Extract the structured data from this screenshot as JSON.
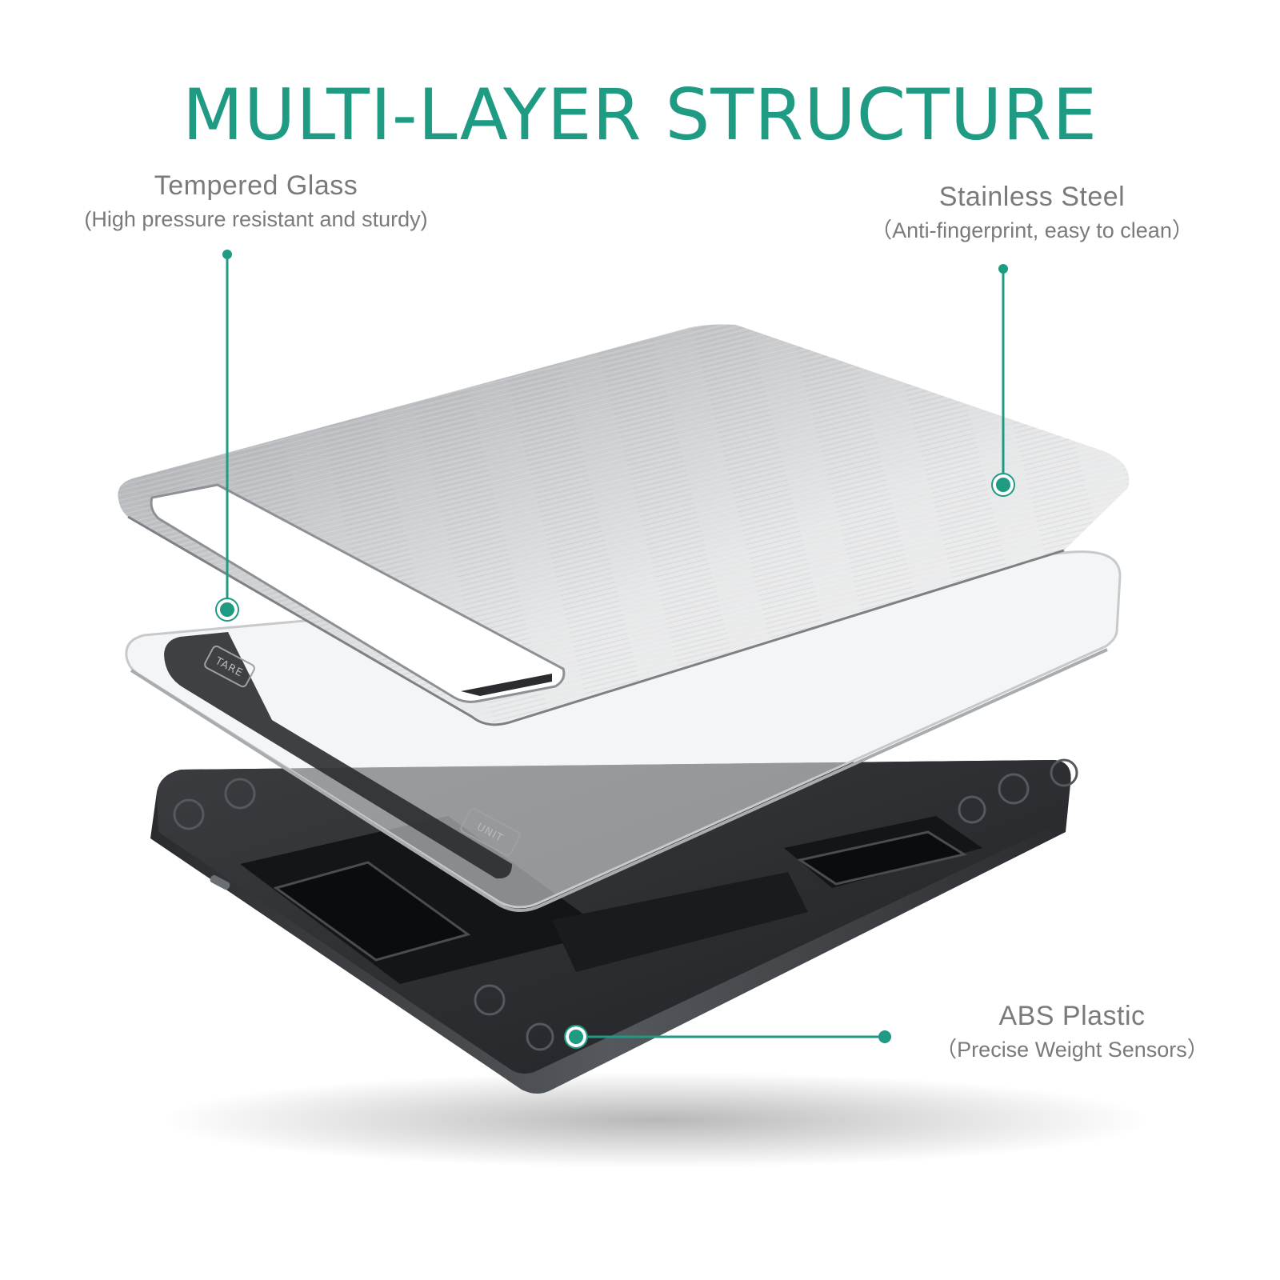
{
  "title": "MULTI-LAYER STRUCTURE",
  "layers": [
    {
      "name": "Tempered Glass",
      "description": "(High pressure resistant and sturdy)"
    },
    {
      "name": "Stainless Steel",
      "description": "（Anti-fingerprint, easy to clean）"
    },
    {
      "name": "ABS Plastic",
      "description": "（Precise Weight Sensors）"
    }
  ],
  "buttons": {
    "tare": "TARE",
    "unit": "UNIT"
  },
  "colors": {
    "accent": "#1f9a83",
    "label": "#7a7a7a",
    "base": "#2d2f33",
    "steel": "#b8babd"
  }
}
